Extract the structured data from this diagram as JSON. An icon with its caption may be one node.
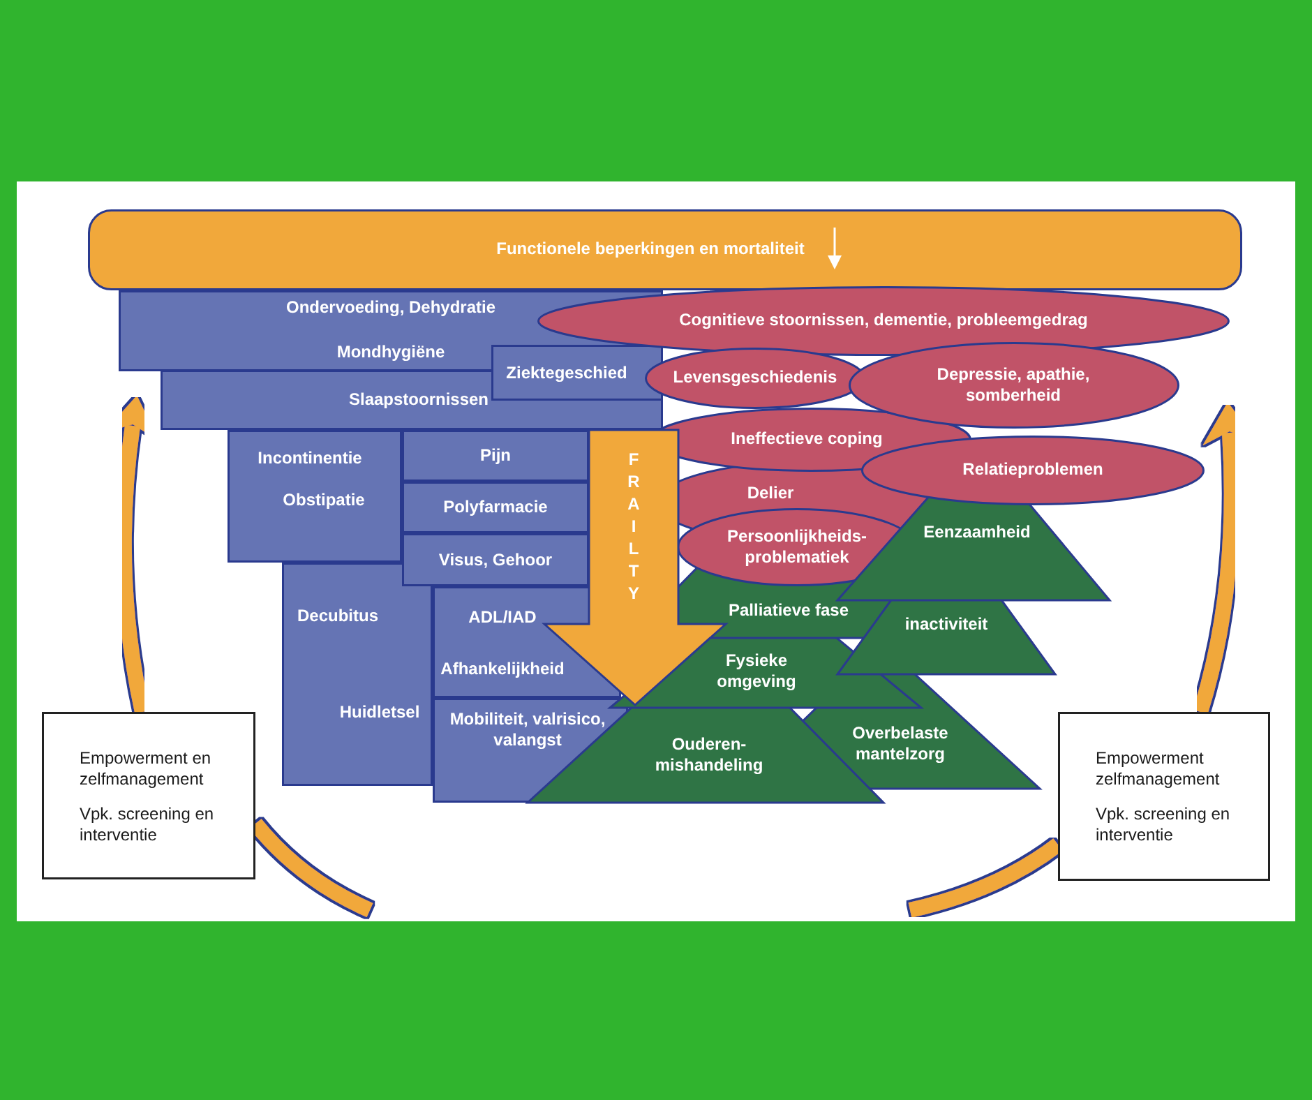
{
  "diagram": {
    "nodes": [
      {
        "text": [
          "Functionele beperkingen en mortaliteit"
        ]
      },
      {
        "text": [
          "Ondervoeding, Dehydratie",
          "Mondhygiëne"
        ]
      },
      {
        "text": [
          "Cognitieve stoornissen, dementie, probleemgedrag"
        ]
      },
      {
        "text": [
          "Ziektegeschied"
        ]
      },
      {
        "text": [
          "Levensgeschiedenis"
        ]
      },
      {
        "text": [
          "Depressie, apathie, somberheid"
        ]
      },
      {
        "text": [
          "Slaapstoornissen"
        ]
      },
      {
        "text": [
          "Ineffectieve coping"
        ]
      },
      {
        "text": [
          "Incontinentie",
          "Obstipatie"
        ]
      },
      {
        "text": [
          "Pijn"
        ]
      },
      {
        "text": [
          "FRAILTY"
        ]
      },
      {
        "text": [
          "Relatieproblemen"
        ]
      },
      {
        "text": [
          "Polyfarmacie"
        ]
      },
      {
        "text": [
          "Delier"
        ]
      },
      {
        "text": [
          "Persoonlijkheids- problematiek"
        ]
      },
      {
        "text": [
          "Eenzaamheid"
        ]
      },
      {
        "text": [
          "Visus, Gehoor"
        ]
      },
      {
        "text": [
          "Decubitus",
          "Huidletsel"
        ]
      },
      {
        "text": [
          "ADL/IAD",
          "Afhankelijkheid"
        ]
      },
      {
        "text": [
          "Palliatieve fase"
        ]
      },
      {
        "text": [
          "inactiviteit"
        ]
      },
      {
        "text": [
          "Fysieke omgeving"
        ]
      },
      {
        "text": [
          "Mobiliteit, valrisico, valangst"
        ]
      },
      {
        "text": [
          "Overbelaste mantelzorg"
        ]
      },
      {
        "text": [
          "Ouderen- mishandeling"
        ]
      },
      {
        "text": [
          "Empowerment en zelfmanagement",
          "Vpk. screening en interventie"
        ]
      },
      {
        "text": [
          "Empowerment zelfmanagement",
          "Vpk. screening en interventie"
        ]
      }
    ],
    "edges": [
      {
        "from": 25,
        "to": 6,
        "arrow": "to"
      },
      {
        "from": 26,
        "to": 11,
        "arrow": "to"
      }
    ]
  }
}
